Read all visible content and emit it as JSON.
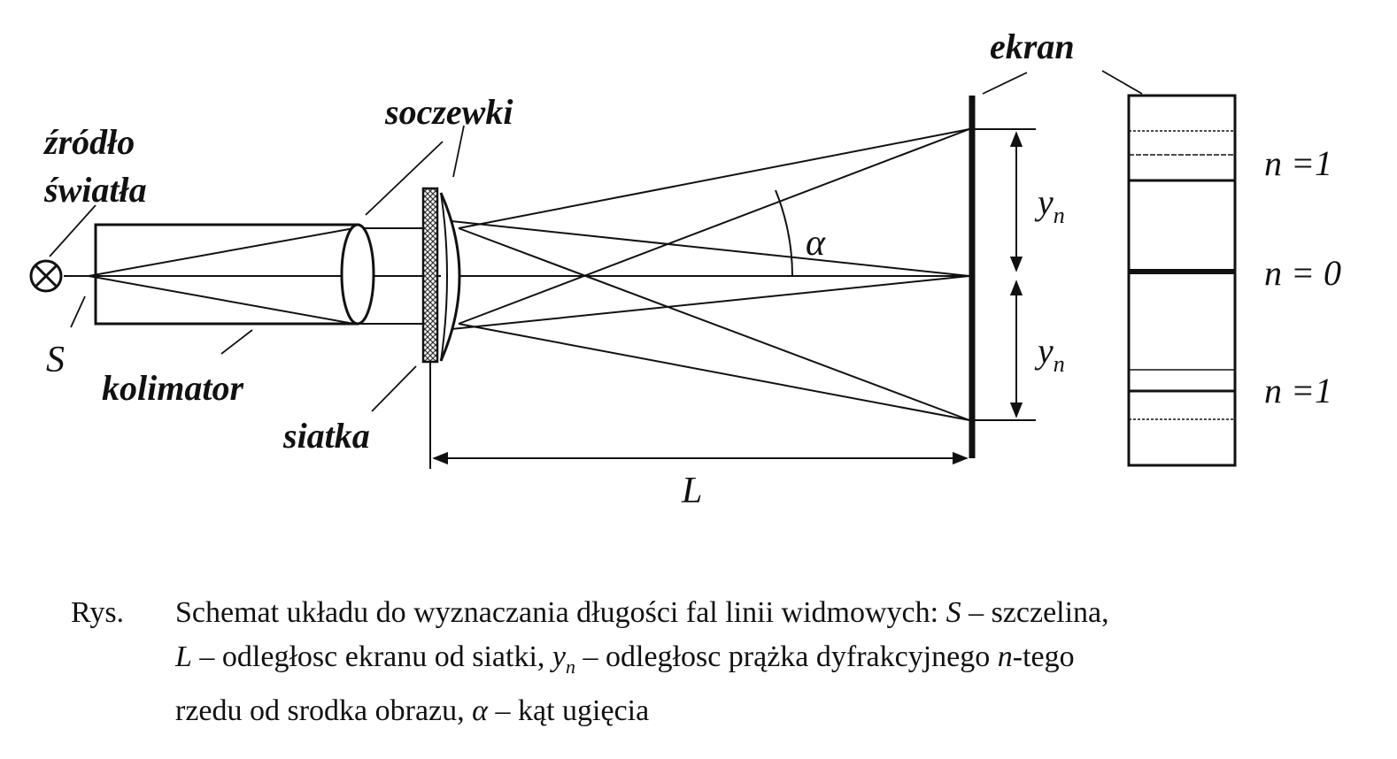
{
  "diagram": {
    "labels": {
      "source": [
        "źródło",
        "światła"
      ],
      "slit": "S",
      "collimator": "kolimator",
      "lenses": "soczewki",
      "grating": "siatka",
      "screen": "ekran",
      "distance": "L",
      "angle": "α",
      "y_upper": "y",
      "y_lower": "y",
      "y_subscript": "n",
      "order_top": "n =1",
      "order_middle": "n = 0",
      "order_bottom": "n =1"
    }
  },
  "caption": {
    "label": "Rys.",
    "line1": [
      {
        "t": "Schemat układu do wyznaczania długości fal linii widmowych: ",
        "i": false
      },
      {
        "t": "S",
        "i": true
      },
      {
        "t": " – szczelina,",
        "i": false
      }
    ],
    "line2": [
      {
        "t": "L",
        "i": true
      },
      {
        "t": " – odległosc ekranu od siatki,  ",
        "i": false
      },
      {
        "t": "y",
        "i": true
      },
      {
        "t": "n",
        "i": true,
        "sub": true
      },
      {
        "t": " – odległosc prążka dyfrakcyjnego ",
        "i": false
      },
      {
        "t": "n",
        "i": true
      },
      {
        "t": "-tego",
        "i": false
      }
    ],
    "line3": [
      {
        "t": "rzedu od srodka obrazu, ",
        "i": false
      },
      {
        "t": "α",
        "i": true
      },
      {
        "t": "  – kąt ugięcia",
        "i": false
      }
    ]
  }
}
